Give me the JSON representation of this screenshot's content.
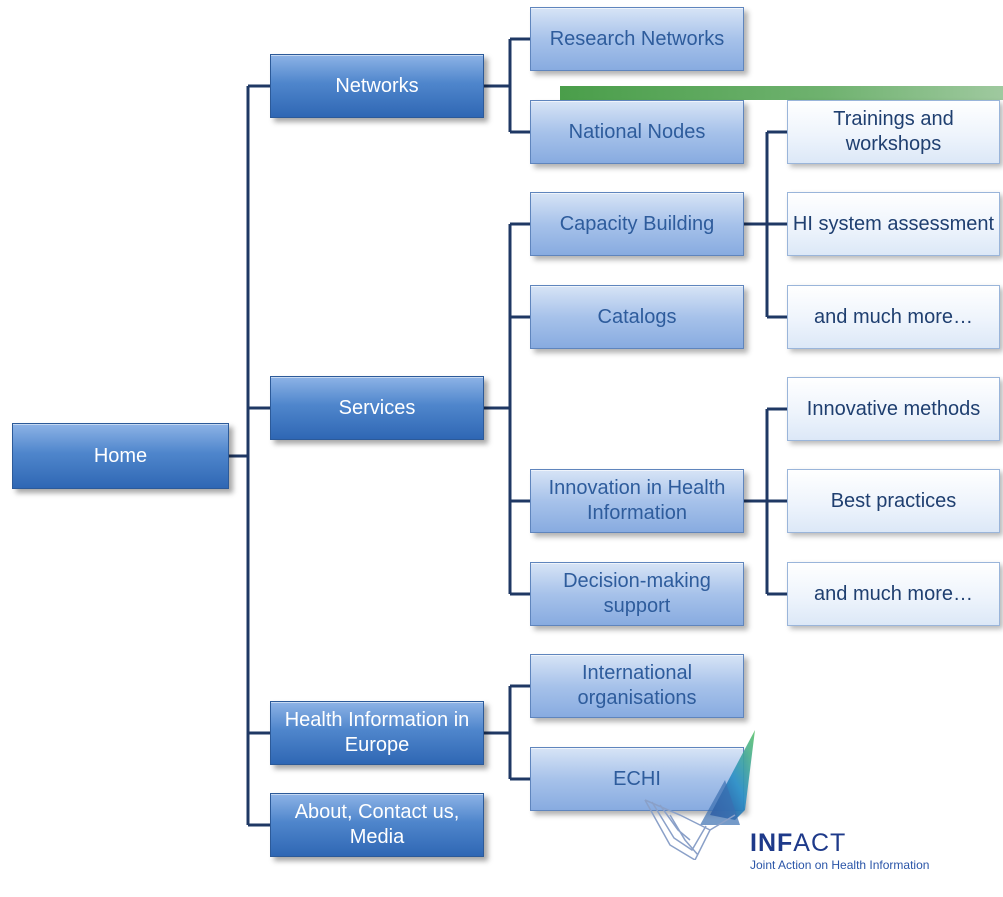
{
  "nodes": {
    "home": "Home",
    "networks": "Networks",
    "services": "Services",
    "health_info_europe": "Health Information in Europe",
    "about": "About, Contact us, Media",
    "research_networks": "Research Networks",
    "national_nodes": "National Nodes",
    "capacity_building": "Capacity Building",
    "catalogs": "Catalogs",
    "innovation": "Innovation in Health Information",
    "decision_support": "Decision-making support",
    "international_orgs": "International organisations",
    "echi": "ECHI",
    "trainings": "Trainings and workshops",
    "hi_system": "HI system assessment",
    "much_more_1": "and much more…",
    "innovative_methods": "Innovative methods",
    "best_practices": "Best practices",
    "much_more_2": "and much more…"
  },
  "logo": {
    "bold": "INF",
    "rest": "ACT",
    "tagline": "Joint Action on Health Information"
  },
  "colors": {
    "connector": "#1f3864",
    "level1": "#4f86cc",
    "level2": "#a7c2ea",
    "level3": "#eef4fc",
    "accent_green": "#6fb26f"
  }
}
